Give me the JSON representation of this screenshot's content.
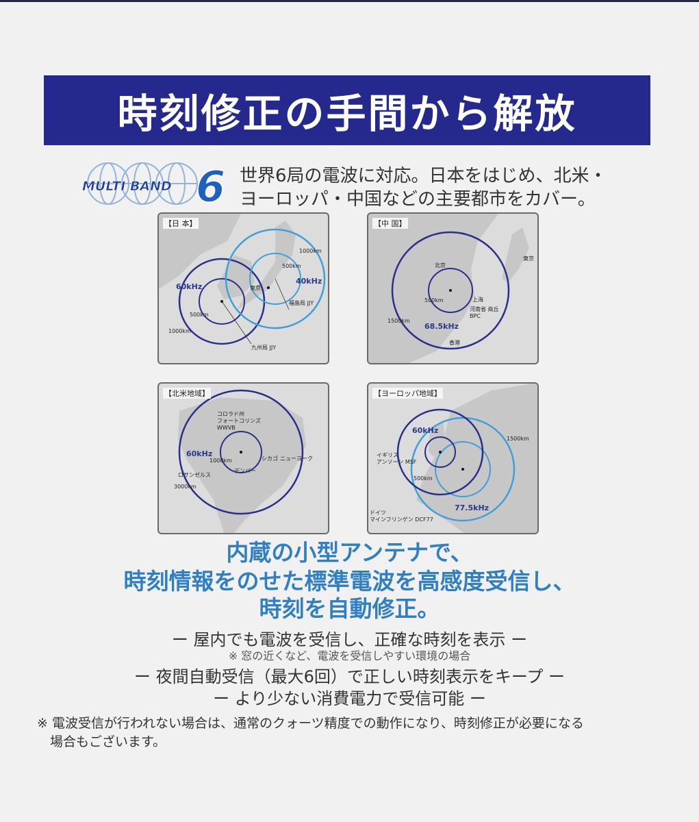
{
  "banner": {
    "title": "時刻修正の手間から解放"
  },
  "logo": {
    "text": "MULTI BAND 6"
  },
  "intro": {
    "line1": "世界6局の電波に対応。日本をはじめ、北米・",
    "line2": "ヨーロッパ・中国などの主要都市をカバー。"
  },
  "maps": {
    "japan": {
      "title": "【日 本】",
      "labels": {
        "km1000_top": "1000km",
        "km500_top": "500km",
        "tokyo": "東京",
        "khz40": "40kHz",
        "fukushima": "福島局 JJY",
        "khz60": "60kHz",
        "km500_bottom": "500km",
        "km1000_bottom": "1000km",
        "kyushu": "九州局 JJY"
      }
    },
    "china": {
      "title": "【中 国】",
      "labels": {
        "tokyo": "東京",
        "beijing": "北京",
        "shanghai": "上海",
        "km500": "500km",
        "bpc": "河南省 商丘\nBPC",
        "km1500": "1500km",
        "khz": "68.5kHz",
        "hongkong": "香港"
      }
    },
    "na": {
      "title": "【北米地域】",
      "labels": {
        "wwvb": "コロラド州\nフォートコリンズ\nWWVB",
        "khz60": "60kHz",
        "km1000": "1000km",
        "chicago": "シカゴ",
        "newyork": "ニューヨーク",
        "la": "ロサンゼルス",
        "denver": "デンバー",
        "km3000": "3000km"
      }
    },
    "europe": {
      "title": "【ヨーロッパ地域】",
      "labels": {
        "khz60": "60kHz",
        "km1500": "1500km",
        "msf": "イギリス\nアンソーン MSF",
        "km500": "500km",
        "khz775": "77.5kHz",
        "dcf": "ドイツ\nマインフリンゲン DCF77"
      }
    }
  },
  "headline": {
    "line1": "内蔵の小型アンテナで、",
    "line2": "時刻情報をのせた標準電波を高感度受信し、",
    "line3": "時刻を自動修正。"
  },
  "features": {
    "f1": "ー 屋内でも電波を受信し、正確な時刻を表示 ー",
    "f1_note": "※ 窓の近くなど、電波を受信しやすい環境の場合",
    "f2": "ー 夜間自動受信（最大6回）で正しい時刻表示をキープ ー",
    "f3": "ー より少ない消費電力で受信可能 ー"
  },
  "footnote": {
    "line1": "※ 電波受信が行われない場合は、通常のクォーツ精度での動作になり、時刻修正が必要になる",
    "line2": "　場合もございます。"
  },
  "colors": {
    "banner": "#25298e",
    "headline": "#2f7fc2",
    "circle_dark": "#2a2f8a",
    "circle_light": "#3fa0d8"
  }
}
